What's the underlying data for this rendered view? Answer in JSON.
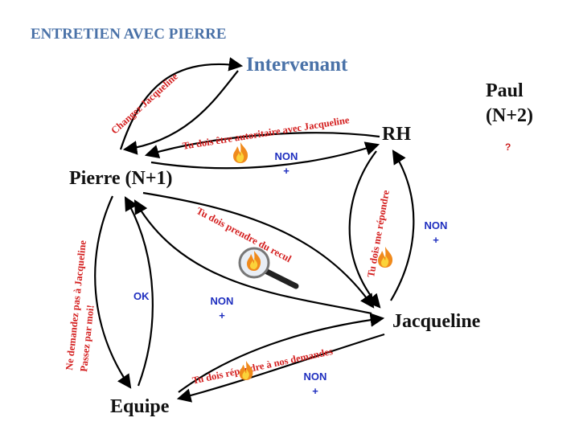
{
  "title": "ENTRETIEN AVEC PIERRE",
  "nodes": {
    "intervenant": "Intervenant",
    "paul_name": "Paul",
    "paul_role": "(N+2)",
    "paul_status": "?",
    "rh": "RH",
    "pierre": "Pierre (N+1)",
    "jacqueline": "Jacqueline",
    "equipe": "Equipe"
  },
  "edge_labels": {
    "changez": "Changez Jacqueline",
    "autoritaire": "Tu dois être autoritaire avec Jacqueline",
    "recul": "Tu dois prendre du recul",
    "me_repondre": "Tu dois me répondre",
    "ne_demandez_1": "Ne demandez pas à Jacqueline",
    "ne_demandez_2": "Passez par moi!",
    "demandes": "Tu dois répondre à nos demandes"
  },
  "responses": {
    "rh_pierre": {
      "line1": "NON",
      "line2": "+"
    },
    "jacq_rh": {
      "line1": "NON",
      "line2": "+"
    },
    "jacq_pierre": {
      "line1": "NON",
      "line2": "+"
    },
    "equipe_ok": "OK",
    "equipe_jacq": {
      "line1": "NON",
      "line2": "+"
    }
  },
  "icons": [
    "fire-icon",
    "magnifier-fire-icon"
  ],
  "colors": {
    "label_red": "#d42020",
    "response_blue": "#1f2fbf",
    "title_blue": "#4a72a8",
    "node_black": "#111111"
  }
}
